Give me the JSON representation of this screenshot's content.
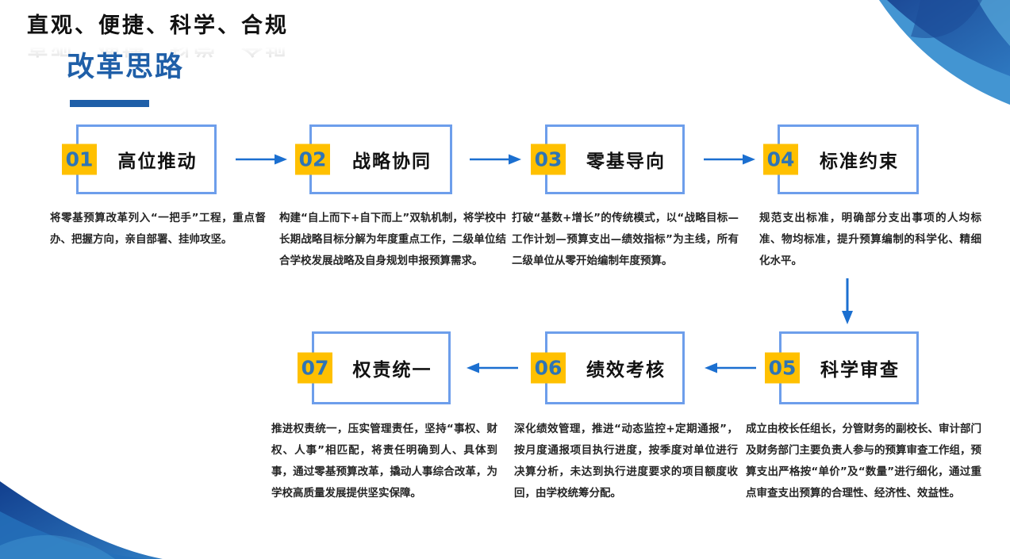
{
  "header": {
    "tagline": "直观、便捷、科学、合规",
    "title": "改革思路"
  },
  "flow": {
    "steps": [
      {
        "num": "01",
        "title": "高位推动",
        "desc": "将零基预算改革列入“一把手”工程，重点督办、把握方向，亲自部署、挂帅攻坚。"
      },
      {
        "num": "02",
        "title": "战略协同",
        "desc": "构建“自上而下+自下而上”双轨机制，将学校中长期战略目标分解为年度重点工作，二级单位结合学校发展战略及自身规划申报预算需求。"
      },
      {
        "num": "03",
        "title": "零基导向",
        "desc": "打破“基数+增长”的传统模式，以“战略目标—工作计划—预算支出—绩效指标”为主线，所有二级单位从零开始编制年度预算。"
      },
      {
        "num": "04",
        "title": "标准约束",
        "desc": "规范支出标准，明确部分支出事项的人均标准、物均标准，提升预算编制的科学化、精细化水平。"
      },
      {
        "num": "05",
        "title": "科学审查",
        "desc": "成立由校长任组长，分管财务的副校长、审计部门及财务部门主要负责人参与的预算审查工作组，预算支出严格按“单价”及“数量”进行细化，通过重点审查支出预算的合理性、经济性、效益性。"
      },
      {
        "num": "06",
        "title": "绩效考核",
        "desc": "深化绩效管理，推进“动态监控+定期通报”，按月度通报项目执行进度，按季度对单位进行决算分析，未达到执行进度要求的项目额度收回，由学校统筹分配。"
      },
      {
        "num": "07",
        "title": "权责统一",
        "desc": "推进权责统一，压实管理责任，坚持“事权、财权、人事”相匹配，将责任明确到人、具体到事，通过零基预算改革，撬动人事综合改革，为学校高质量发展提供坚实保障。"
      }
    ]
  },
  "colors": {
    "title_blue": "#1F5FA8",
    "box_border_blue": "#6D9EEB",
    "badge_yellow": "#FFC000",
    "badge_number_blue": "#2E74B5",
    "arrow_blue": "#1B6FD0",
    "text_dark": "#262626",
    "corner_dark_blue": "#1C4A97",
    "corner_mid_blue": "#2E78C0",
    "corner_light_blue": "#4395D2"
  }
}
